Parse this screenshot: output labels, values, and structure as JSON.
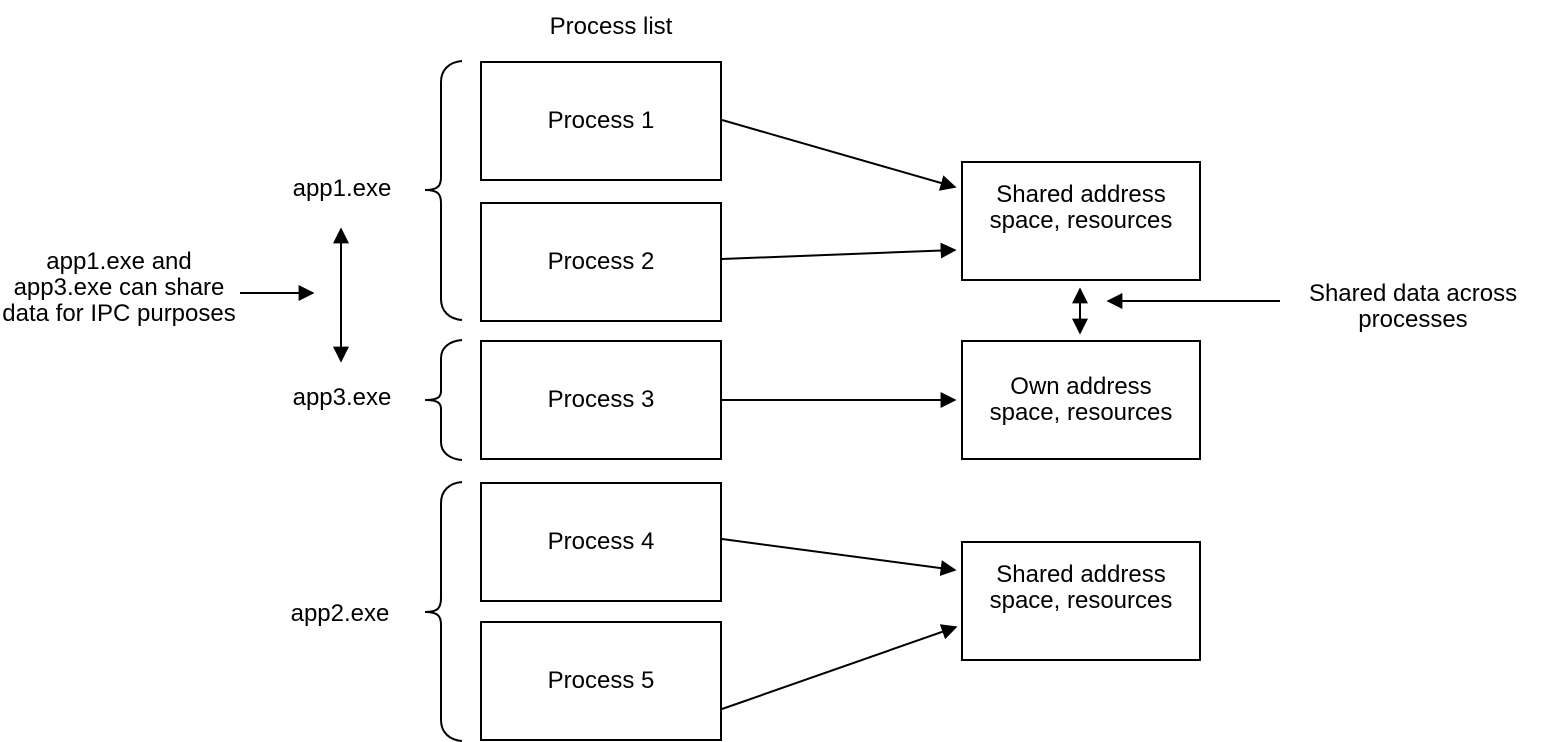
{
  "diagram": {
    "title": "Process list",
    "processes": [
      {
        "label": "Process 1"
      },
      {
        "label": "Process 2"
      },
      {
        "label": "Process 3"
      },
      {
        "label": "Process 4"
      },
      {
        "label": "Process 5"
      }
    ],
    "groups": [
      {
        "label": "app1.exe"
      },
      {
        "label": "app3.exe"
      },
      {
        "label": "app2.exe"
      }
    ],
    "address_boxes": [
      {
        "label": "Shared address\nspace, resources"
      },
      {
        "label": "Own address\nspace, resources"
      },
      {
        "label": "Shared address\nspace, resources"
      }
    ],
    "annotations": {
      "ipc_note": "app1.exe and\napp3.exe can share\ndata for IPC purposes",
      "shared_data_note": "Shared data across\nprocesses"
    },
    "colors": {
      "stroke": "#000000",
      "text": "#000000",
      "background": "#ffffff",
      "box_fill": "#ffffff"
    }
  }
}
